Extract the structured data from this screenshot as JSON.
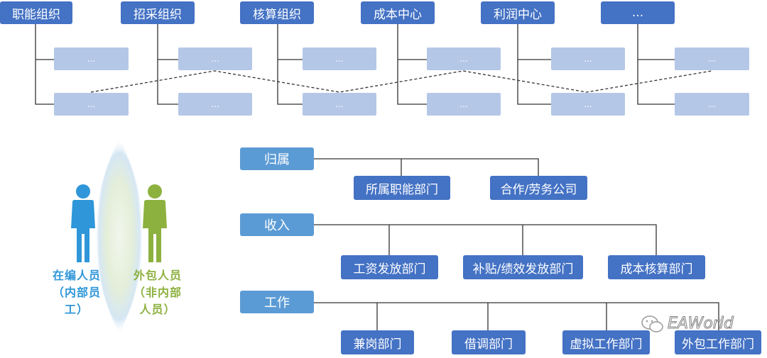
{
  "top_row": [
    "职能组织",
    "招采组织",
    "核算组织",
    "成本中心",
    "利润中心",
    "..."
  ],
  "sub_placeholder": "...",
  "categories": {
    "belong": {
      "label": "归属",
      "children": [
        "所属职能部门",
        "合作/劳务公司"
      ]
    },
    "income": {
      "label": "收入",
      "children": [
        "工资发放部门",
        "补贴/绩效发放部门",
        "成本核算部门"
      ]
    },
    "work": {
      "label": "工作",
      "children": [
        "兼岗部门",
        "借调部门",
        "虚拟工作部门",
        "外包工作部门"
      ]
    }
  },
  "people": {
    "internal": {
      "line1": "在编人员",
      "line2": "（内部员",
      "line3": "工）",
      "color": "#2e96d9"
    },
    "external": {
      "line1": "外包人员",
      "line2": "（非内部",
      "line3": "人员）",
      "color": "#8db13f"
    }
  },
  "watermark": "EAWorld",
  "colors": {
    "dark_blue": "#4472c4",
    "light_blue": "#b4c7e7",
    "mid_blue": "#5b9bd5"
  }
}
